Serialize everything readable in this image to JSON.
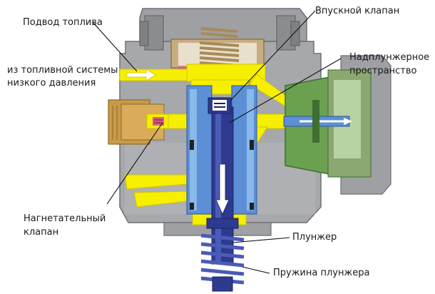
{
  "labels": {
    "fuel_supply": "Подвод топлива",
    "from_low_pressure_line1": "из топливной системы",
    "from_low_pressure_line2": "низкого давления",
    "inlet_valve": "Впускной клапан",
    "above_plunger_line1": "Надплунжерное",
    "above_plunger_line2": "пространство",
    "discharge_valve_line1": "Нагнетательный",
    "discharge_valve_line2": "клапан",
    "plunger": "Плунжер",
    "plunger_spring": "Пружина плунжера"
  },
  "colors": {
    "housing": "#a6a8ab",
    "housing_dark": "#6e7074",
    "fuel": "#f7ef00",
    "fuel_dark": "#cfc500",
    "plunger": "#2e3a8f",
    "plunger_light": "#4a5bb8",
    "sleeve": "#5c8fd6",
    "sleeve_light": "#8ab8ea",
    "bronze": "#c89a4a",
    "bronze_dark": "#8c6a2a",
    "green_part": "#6aa050",
    "green_dark": "#3f6e2e",
    "pink": "#d85c8a",
    "spring": "#a88a5a",
    "flow_arrow": "#ffffff",
    "pointer_line": "#111111"
  }
}
